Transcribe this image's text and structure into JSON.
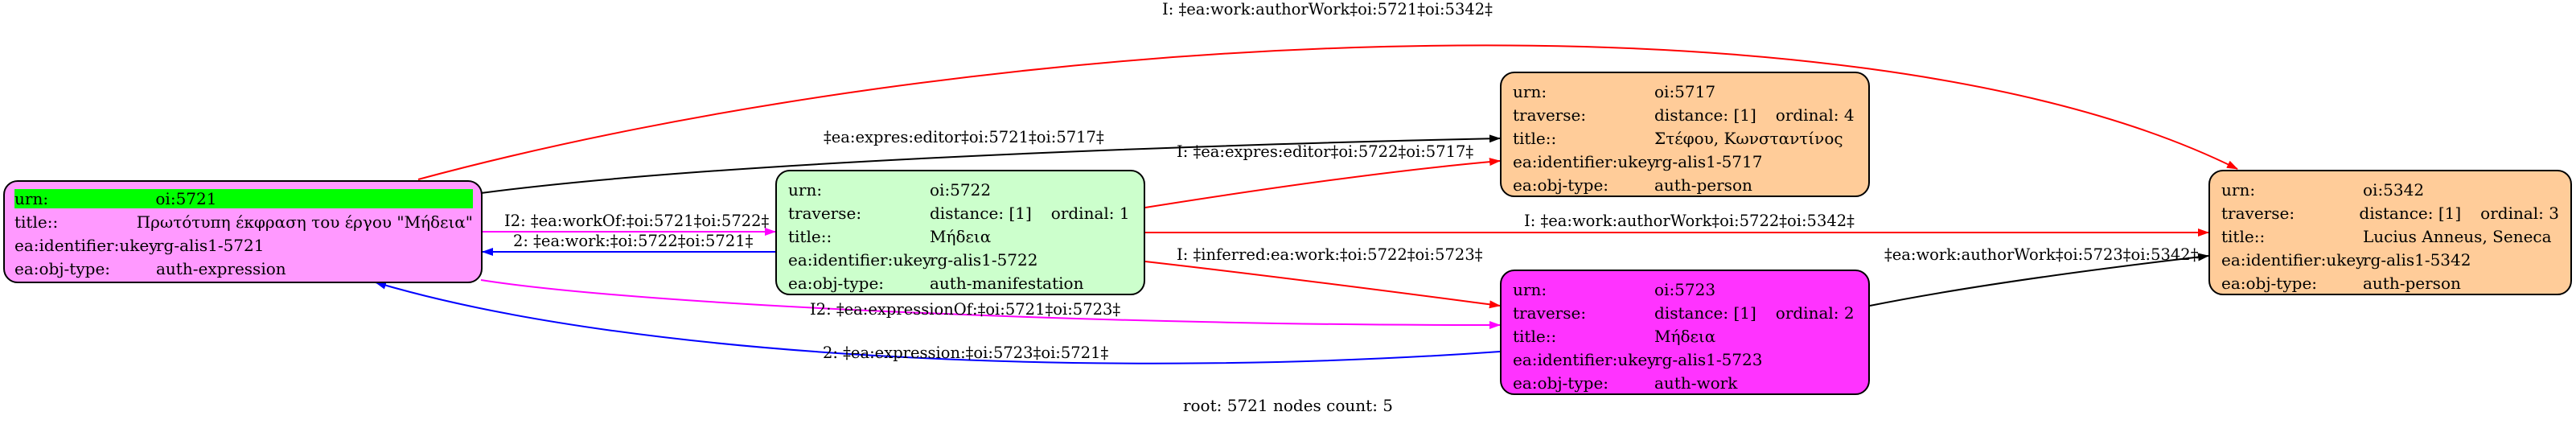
{
  "nodes": {
    "n5721": {
      "fill": "#ff99ff",
      "rows": [
        {
          "k": "urn:",
          "v": "oi:5721",
          "highlight": true
        },
        {
          "k": "title::",
          "v": "Πρωτότυπη έκφραση του έργου \"Μήδεια\""
        },
        {
          "k": "ea:identifier:ukey",
          "v": "rg-alis1-5721"
        },
        {
          "k": "ea:obj-type:",
          "v": "auth-expression"
        }
      ]
    },
    "n5722": {
      "fill": "#ccffcc",
      "rows": [
        {
          "k": "urn:",
          "v": "oi:5722"
        },
        {
          "k": "traverse:",
          "v": "distance: [1]",
          "v2": "ordinal: 1"
        },
        {
          "k": "title::",
          "v": "Μήδεια"
        },
        {
          "k": "ea:identifier:ukey",
          "v": "rg-alis1-5722"
        },
        {
          "k": "ea:obj-type:",
          "v": "auth-manifestation"
        }
      ]
    },
    "n5717": {
      "fill": "#ffcc99",
      "rows": [
        {
          "k": "urn:",
          "v": "oi:5717"
        },
        {
          "k": "traverse:",
          "v": "distance: [1]",
          "v2": "ordinal: 4"
        },
        {
          "k": "title::",
          "v": "Στέφου, Κωνσταντίνος"
        },
        {
          "k": "ea:identifier:ukey",
          "v": "rg-alis1-5717"
        },
        {
          "k": "ea:obj-type:",
          "v": "auth-person"
        }
      ]
    },
    "n5723": {
      "fill": "#ff33ff",
      "rows": [
        {
          "k": "urn:",
          "v": "oi:5723"
        },
        {
          "k": "traverse:",
          "v": "distance: [1]",
          "v2": "ordinal: 2"
        },
        {
          "k": "title::",
          "v": "Μήδεια"
        },
        {
          "k": "ea:identifier:ukey",
          "v": "rg-alis1-5723"
        },
        {
          "k": "ea:obj-type:",
          "v": "auth-work"
        }
      ]
    },
    "n5342": {
      "fill": "#ffcc99",
      "rows": [
        {
          "k": "urn:",
          "v": "oi:5342"
        },
        {
          "k": "traverse:",
          "v": "distance: [1]",
          "v2": "ordinal: 3"
        },
        {
          "k": "title::",
          "v": "Lucius Anneus, Seneca"
        },
        {
          "k": "ea:identifier:ukey",
          "v": "rg-alis1-5342"
        },
        {
          "k": "ea:obj-type:",
          "v": "auth-person"
        }
      ]
    }
  },
  "edges": [
    {
      "id": "e1",
      "label": "I: ‡ea:work:authorWork‡oi:5721‡oi:5342‡",
      "color": "#ff0000"
    },
    {
      "id": "e2",
      "label": "‡ea:expres:editor‡oi:5721‡oi:5717‡",
      "color": "#000000"
    },
    {
      "id": "e3",
      "label": "I: ‡ea:expres:editor‡oi:5722‡oi:5717‡",
      "color": "#ff0000"
    },
    {
      "id": "e4",
      "label": "I2: ‡ea:workOf:‡oi:5721‡oi:5722‡",
      "color": "#ff00ff"
    },
    {
      "id": "e5",
      "label": "2: ‡ea:work:‡oi:5722‡oi:5721‡",
      "color": "#0000ff"
    },
    {
      "id": "e6",
      "label": "I: ‡ea:work:authorWork‡oi:5722‡oi:5342‡",
      "color": "#ff0000"
    },
    {
      "id": "e7",
      "label": "I: ‡inferred:ea:work:‡oi:5722‡oi:5723‡",
      "color": "#ff0000"
    },
    {
      "id": "e8",
      "label": "‡ea:work:authorWork‡oi:5723‡oi:5342‡",
      "color": "#000000"
    },
    {
      "id": "e9",
      "label": "I2: ‡ea:expressionOf:‡oi:5721‡oi:5723‡",
      "color": "#ff00ff"
    },
    {
      "id": "e10",
      "label": "2: ‡ea:expression:‡oi:5723‡oi:5721‡",
      "color": "#0000ff"
    }
  ],
  "footer": "root: 5721 nodes count: 5"
}
